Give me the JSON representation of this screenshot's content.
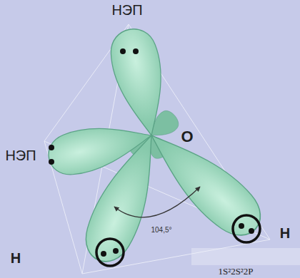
{
  "diagram": {
    "labels": [
      "НЭП",
      "НЭП",
      "O",
      "H",
      "104,5°",
      "H",
      "1S²2S²2P"
    ]
  }
}
